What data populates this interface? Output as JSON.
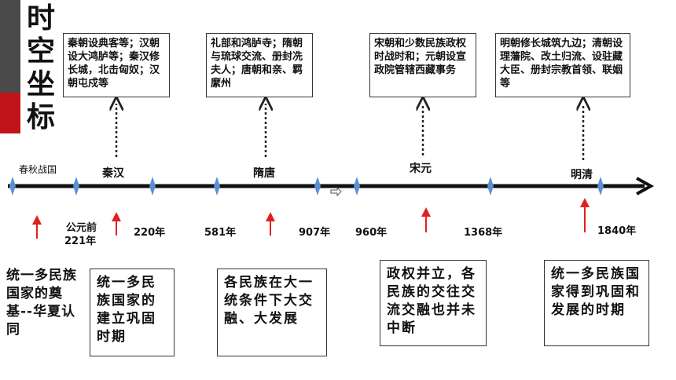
{
  "title_chars": [
    "时",
    "空",
    "坐",
    "标"
  ],
  "colors": {
    "accent_red": "#c0141a",
    "sidebar_dark": "#4a4a4a",
    "marker_blue": "#5b8fd6",
    "arrow_red": "#e02020"
  },
  "top_boxes": [
    "秦朝设典客等；汉朝设大鸿胪等；秦汉修长城，北击匈奴；汉朝屯戍等",
    "礼部和鸿胪寺；隋朝与琉球交流、册封冼夫人；唐朝和亲、羁縻州",
    "宋朝和少数民族政权时战时和；元朝设宣政院管辖西藏事务",
    "明朝修长城筑九边；清朝设理藩院、改土归流、设驻藏大臣、册封宗教首领、联姻等"
  ],
  "eras": [
    "春秋战国",
    "秦汉",
    "隋唐",
    "宋元",
    "明清"
  ],
  "years": {
    "bc_line1": "公元前",
    "bc_line2": "221年",
    "y220": "220年",
    "y581": "581年",
    "y907": "907年",
    "y960": "960年",
    "y1368": "1368年",
    "y1840": "1840年"
  },
  "bottom_notes": [
    "统一多民族国家的奠基--华夏认同",
    "统一多民族国家的建立巩固时期",
    "各民族在大一统条件下大交融、大发展",
    "政权并立，各民族的交往交流交融也并未中断",
    "统一多民族国家得到巩固和发展的时期"
  ]
}
